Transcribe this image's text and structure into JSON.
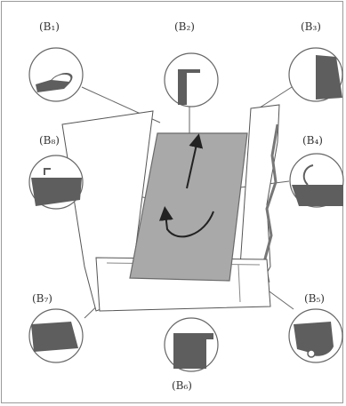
{
  "labels": {
    "b1": "(B₁)",
    "b2": "(B₂)",
    "b3": "(B₃)",
    "b4": "(B₄)",
    "b5": "(B₅)",
    "b6": "(B₆)",
    "b7": "(B₇)",
    "b8": "(B₈)"
  },
  "colors": {
    "plate": "#a9a9a9",
    "detail": "#5e5e5e",
    "line": "#555555"
  }
}
